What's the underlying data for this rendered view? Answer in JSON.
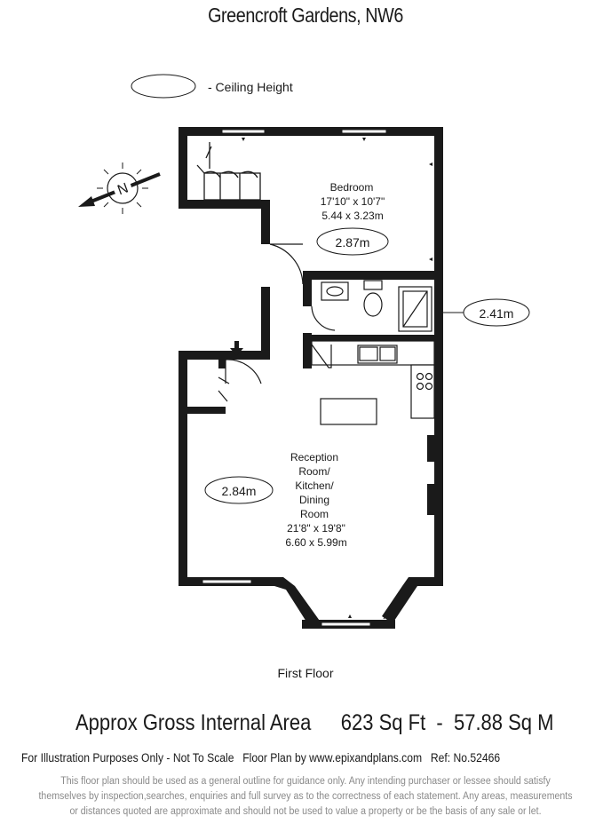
{
  "title": "Greencroft Gardens, NW6",
  "legend": {
    "label": "- Ceiling Height"
  },
  "compass": {
    "letter": "N"
  },
  "rooms": {
    "bedroom": {
      "name": "Bedroom",
      "imperial": "17'10\" x 10'7\"",
      "metric": "5.44 x 3.23m",
      "ceiling": "2.87m"
    },
    "bathroom": {
      "ceiling": "2.41m"
    },
    "reception": {
      "name_1": "Reception",
      "name_2": "Room/",
      "name_3": "Kitchen/",
      "name_4": "Dining",
      "name_5": "Room",
      "imperial": "21'8\" x 19'8\"",
      "metric": "6.60 x 5.99m",
      "ceiling": "2.84m"
    }
  },
  "floor_label": "First Floor",
  "area": {
    "label": "Approx Gross Internal Area",
    "value": "623 Sq Ft  -  57.88 Sq M"
  },
  "footer": {
    "note": "For Illustration Purposes Only - Not To Scale",
    "credit": "Floor Plan by www.epixandplans.com",
    "ref": "Ref: No.52466"
  },
  "disclaimer": {
    "line1": "This floor plan should be used as a general outline for guidance only. Any intending purchaser or lessee should satisfy",
    "line2": "themselves by inspection,searches, enquiries and full survey as to the correctness of each statement. Any areas, measurements",
    "line3": "or distances quoted are approximate and should not be used to value a property or be the basis of any sale or let."
  }
}
